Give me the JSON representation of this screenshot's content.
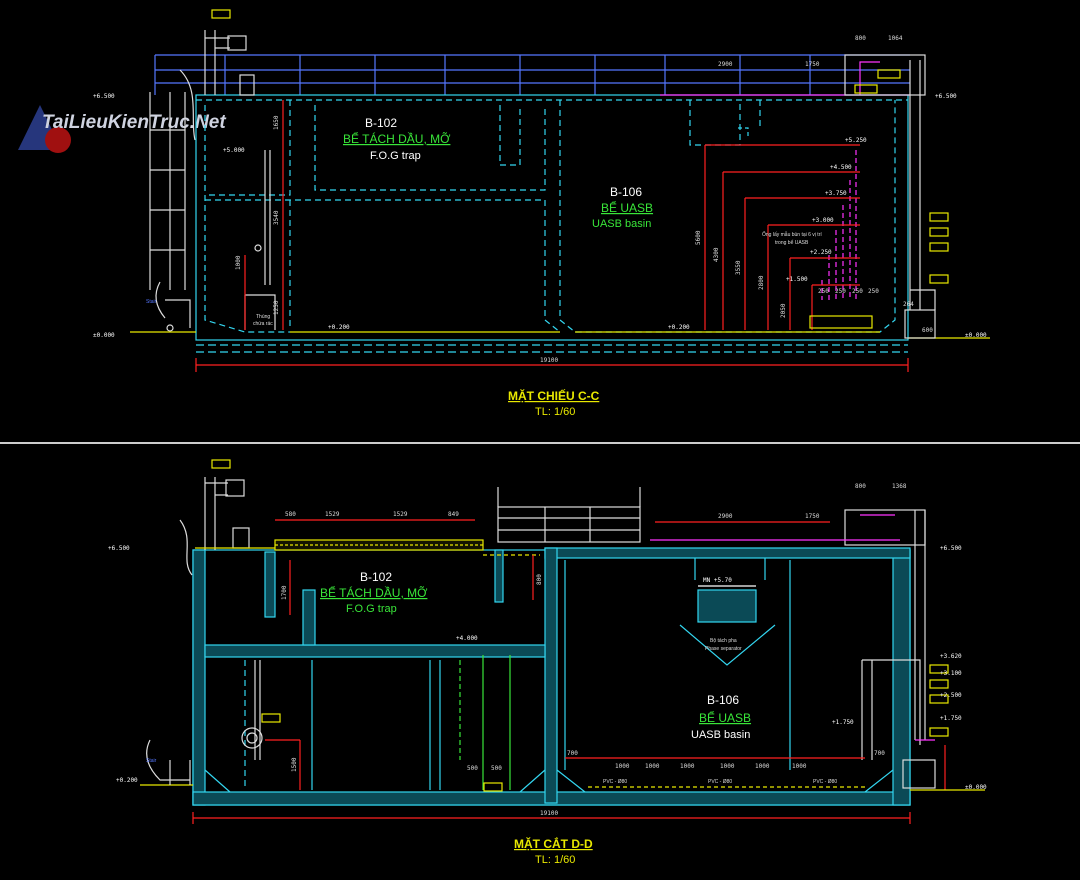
{
  "watermark": {
    "text": "TaiLieuKienTruc.Net"
  },
  "colors": {
    "cyan": "#33d6f0",
    "yellow": "#e8e800",
    "green": "#39e639",
    "red": "#ff2020",
    "magenta": "#ff33ff",
    "white": "#ffffff",
    "blue": "#5577ff"
  },
  "top_view": {
    "title": "MẶT CHIẾU C-C",
    "scale": "TL: 1/60",
    "tank1": {
      "code": "B-102",
      "name_vi": "BỂ TÁCH DẦU, MỠ",
      "name_en": "F.O.G trap"
    },
    "tank2": {
      "code": "B-106",
      "name_vi": "BỂ UASB",
      "name_en": "UASB basin"
    },
    "dims": {
      "total_width": "19100",
      "top_2900": "2900",
      "top_1750": "1750",
      "top_800": "800",
      "top_1064": "1064",
      "v_1650": "1650",
      "v_3540": "3540",
      "v_1000": "1000",
      "v_1250": "1250",
      "v_5600": "5600",
      "v_4300": "4300",
      "v_3550": "3550",
      "v_2800": "2800",
      "v_2050": "2050",
      "d_250a": "250",
      "d_250b": "250",
      "d_250c": "250",
      "d_250d": "250",
      "d_264": "264",
      "d_600": "600"
    },
    "levels": {
      "l_6500_left": "+6.500",
      "l_6500_right": "+6.500",
      "l_5000": "+5.000",
      "l_5250": "+5.250",
      "l_4500": "+4.500",
      "l_3750": "+3.750",
      "l_3000": "+3.000",
      "l_2250": "+2.250",
      "l_1500": "+1.500",
      "l_0000_left": "±0.000",
      "l_0000_right": "±0.000",
      "l_0200_a": "+0.200",
      "l_0200_b": "+0.200"
    },
    "note_sampling": [
      "Ống lấy mẫu bùn tại 6 vị trí",
      "trong bể UASB"
    ],
    "note_bin": [
      "Thùng",
      "chứa rác"
    ],
    "stair_label": "Stair"
  },
  "bottom_view": {
    "title": "MẶT CẮT D-D",
    "scale": "TL: 1/60",
    "tank1": {
      "code": "B-102",
      "name_vi": "BỂ TÁCH DẦU, MỠ",
      "name_en": "F.O.G trap"
    },
    "tank2": {
      "code": "B-106",
      "name_vi": "BỂ UASB",
      "name_en": "UASB basin"
    },
    "dims": {
      "total_width": "19100",
      "top_580": "580",
      "top_1529a": "1529",
      "top_1529b": "1529",
      "top_849": "849",
      "top_2900": "2900",
      "top_1750": "1750",
      "top_800": "800",
      "top_1368": "1368",
      "v_1700": "1700",
      "v_1500": "1500",
      "v_800": "800",
      "b_700_left": "700",
      "b_1000a": "1000",
      "b_1000b": "1000",
      "b_1000c": "1000",
      "b_1000d": "1000",
      "b_1000e": "1000",
      "b_1000f": "1000",
      "b_700_right": "700",
      "d_500a": "500",
      "d_500b": "500"
    },
    "levels": {
      "l_6500_left": "+6.500",
      "l_6500_right": "+6.500",
      "l_4000": "+4.000",
      "l_3620": "+3.620",
      "l_3100": "+3.100",
      "l_2500": "+2.500",
      "l_1750_a": "+1.750",
      "l_1750_b": "+1.750",
      "l_0200": "+0.200",
      "l_0000": "±0.000",
      "water_level": "MN +5.70"
    },
    "pipe_labels": {
      "pvc_a": "PVC - Ø80",
      "pvc_b": "PVC - Ø80",
      "pvc_c": "PVC - Ø80"
    },
    "note_gas": [
      "Bộ tách pha",
      "Phase separator"
    ],
    "stair_label": "Stair"
  }
}
